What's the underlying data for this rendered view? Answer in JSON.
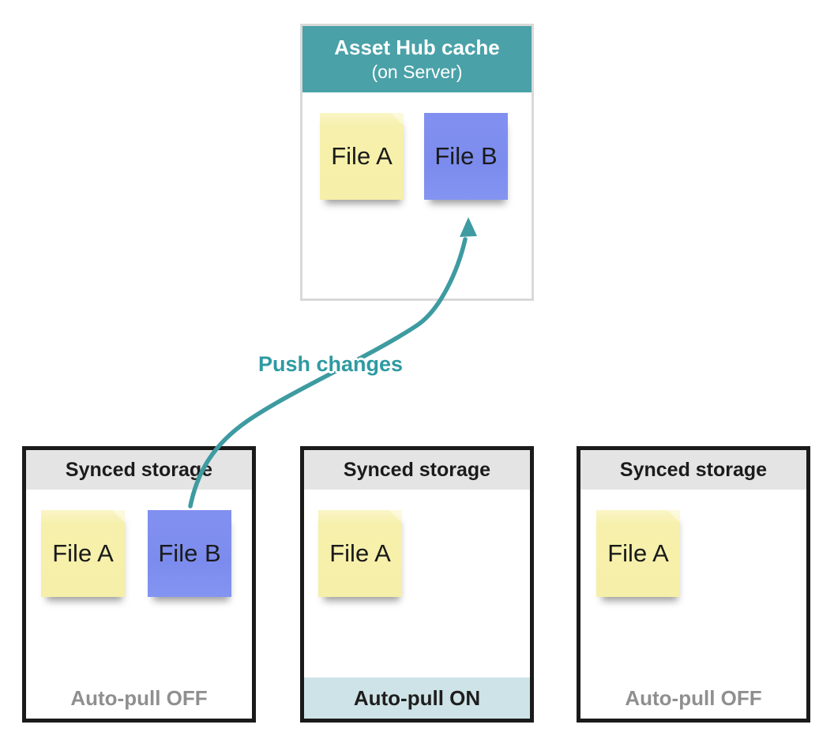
{
  "server_box": {
    "title": "Asset Hub cache",
    "subtitle": "(on Server)",
    "files": [
      {
        "label": "File A",
        "color": "#F5EFA9"
      },
      {
        "label": "File B",
        "color": "#7D8DEF"
      }
    ]
  },
  "arrow": {
    "label": "Push changes",
    "color": "#3D9BA1",
    "from": "storage-box-1 File B",
    "to": "server-box File B"
  },
  "storage_boxes": [
    {
      "title": "Synced storage",
      "files": [
        {
          "label": "File A",
          "color": "#F5EFA9"
        },
        {
          "label": "File B",
          "color": "#7D8DEF"
        }
      ],
      "footer": {
        "label": "Auto-pull OFF",
        "state": "off"
      }
    },
    {
      "title": "Synced storage",
      "files": [
        {
          "label": "File A",
          "color": "#F5EFA9"
        }
      ],
      "footer": {
        "label": "Auto-pull ON",
        "state": "on"
      }
    },
    {
      "title": "Synced storage",
      "files": [
        {
          "label": "File A",
          "color": "#F5EFA9"
        }
      ],
      "footer": {
        "label": "Auto-pull OFF",
        "state": "off"
      }
    }
  ],
  "colors": {
    "server_header_bg": "#4AA1A8",
    "server_header_text": "#FFFFFF",
    "server_border": "#D9D9D9",
    "storage_border": "#1A1A1A",
    "storage_header_bg": "#E4E4E4",
    "footer_on_bg": "#CEE3E7",
    "footer_on_text": "#1E1E1E",
    "footer_off_text": "#8F8F8F",
    "arrow_teal": "#3D9BA1",
    "note_yellow": "#F5EFA9",
    "note_blue": "#7D8DEF"
  }
}
